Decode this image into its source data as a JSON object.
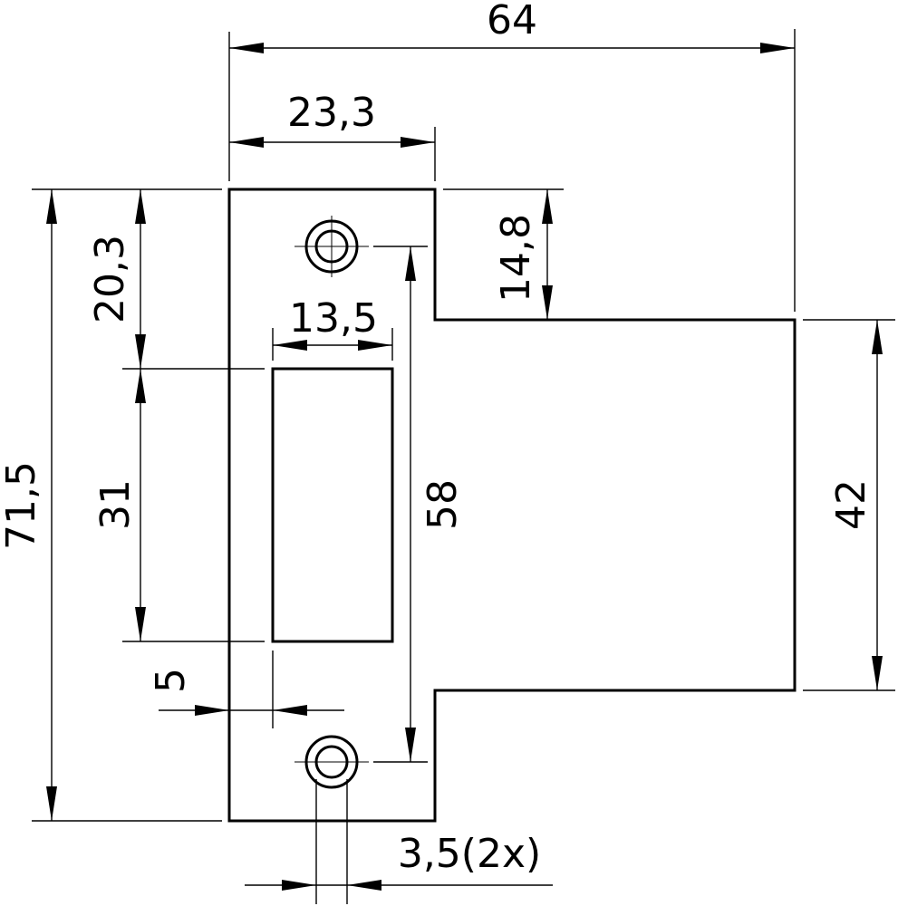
{
  "colors": {
    "ink": "#000000",
    "paper": "#ffffff"
  },
  "dimensions": {
    "total_width": "64",
    "narrow_width": "23,3",
    "slot_width": "13,5",
    "total_height": "71,5",
    "top_to_slot": "20,3",
    "slot_height": "31",
    "hole_spacing": "58",
    "hole_to_step": "14,8",
    "wide_height": "42",
    "slot_offset": "5",
    "hole_diameter": "3,5(2x)"
  }
}
